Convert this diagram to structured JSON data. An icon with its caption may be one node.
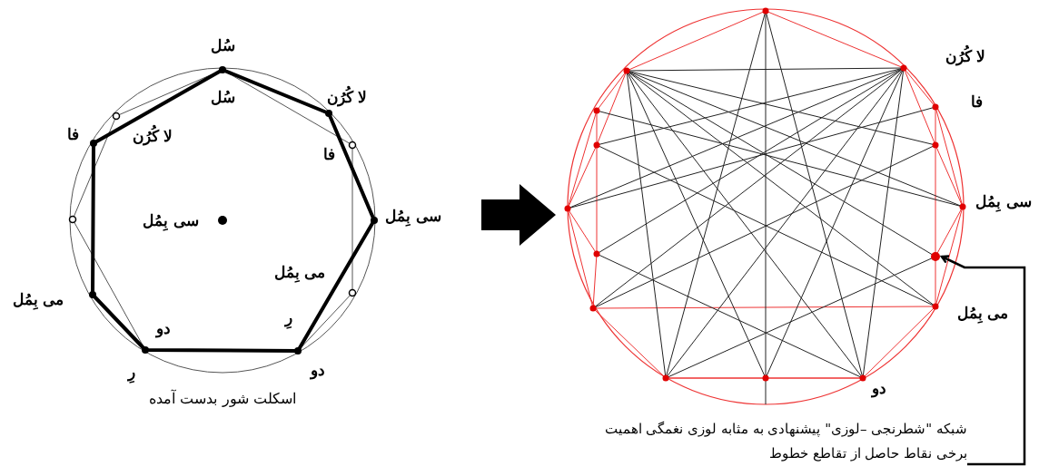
{
  "diagram": {
    "nodes": [
      {
        "text": [
          "شبکه \"شطرنجی –لوزی\" پیشنهادی به مثابه لوزی نغمگی اهمیت برخی نقاط حاصل از تقاطع خطوط"
        ]
      },
      {
        "text": [],
        "shape": "circle"
      }
    ],
    "edges": [
      {
        "from": 0,
        "to": 1,
        "arrow": "to"
      }
    ],
    "labels": [
      "سُل",
      "لا کُرُن",
      "لا کُرُن",
      "سُل",
      "فا",
      "لا کُرُن",
      "فا",
      "فا",
      "سی بِمُل",
      "سی بِمُل",
      "سی بِمُل",
      "می بِمُل",
      "می بِمُل",
      "می بِمُل",
      "دو",
      "رِ",
      "دو",
      "رِ",
      "دو",
      "اسکلت شور بدست آمده"
    ]
  }
}
